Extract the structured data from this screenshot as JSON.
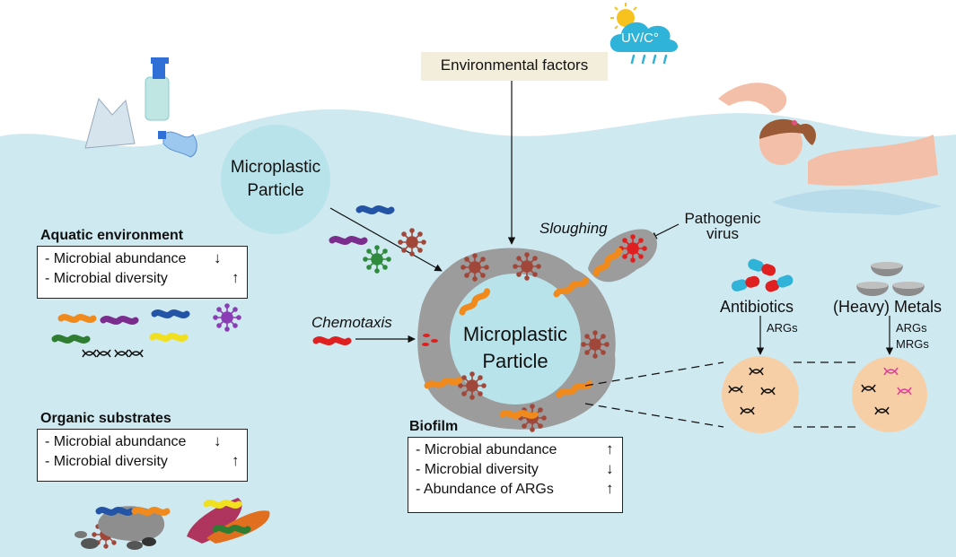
{
  "labels": {
    "environmental_factors": "Environmental factors",
    "uv_c": "UV/C°",
    "microplastic_top": [
      "Microplastic",
      "Particle"
    ],
    "microplastic_center": [
      "Microplastic",
      "Particle"
    ],
    "sloughing": "Sloughing",
    "pathogenic_virus": [
      "Pathogenic",
      "virus"
    ],
    "chemotaxis": "Chemotaxis",
    "antibiotics": "Antibiotics",
    "heavy_metals": "(Heavy) Metals",
    "args_antibiotics": "ARGs",
    "args_metals": "ARGs",
    "mrgs_metals": "MRGs"
  },
  "panels": {
    "aquatic": {
      "title": "Aquatic environment",
      "rows": [
        {
          "text": "- Microbial abundance",
          "arrow": "↓"
        },
        {
          "text": "- Microbial diversity",
          "arrow": "↑"
        }
      ]
    },
    "organic": {
      "title": "Organic substrates",
      "rows": [
        {
          "text": "- Microbial abundance",
          "arrow": "↓"
        },
        {
          "text": "- Microbial diversity",
          "arrow": "↑"
        }
      ]
    },
    "biofilm": {
      "title": "Biofilm",
      "rows": [
        {
          "text": "- Microbial abundance",
          "arrow": "↑"
        },
        {
          "text": "- Microbial diversity",
          "arrow": "↓"
        },
        {
          "text": "- Abundance of ARGs",
          "arrow": "↑"
        }
      ]
    }
  },
  "colors": {
    "water": "#cfe9f1",
    "water_edge": "#bfe3ee",
    "particle": "#b9e3ea",
    "biofilm": "#9c9c9c",
    "cell_circle": "#f7cfa6",
    "bacteria_orange": "#f08a1c",
    "bacteria_blue": "#2454a6",
    "bacteria_purple": "#7b2d8e",
    "bacteria_green": "#2e7d32",
    "bacteria_yellow": "#f0e020",
    "bacteria_red": "#e02020",
    "virus_brown": "#a0473a",
    "virus_green": "#2e8b3e",
    "virus_purple": "#8a3db5",
    "virus_red": "#e02020",
    "gene_pink": "#e0409a"
  },
  "icons": [
    "plastic-bag-icon",
    "spray-bottle-icon",
    "crushed-bottle-icon",
    "sun-cloud-rain-icon",
    "swimmer-icon",
    "antibiotic-pills-icon",
    "metal-bowls-icon",
    "dna-icon",
    "virus-icon",
    "bacteria-icon",
    "rocks-icon",
    "leaf-debris-icon"
  ]
}
